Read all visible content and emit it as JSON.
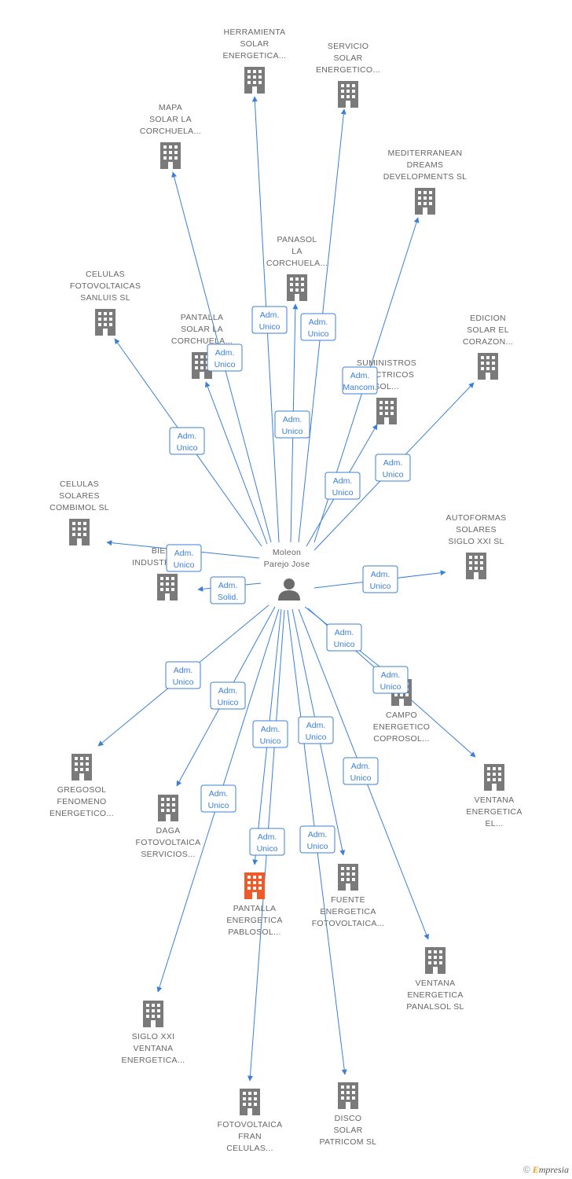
{
  "center": {
    "label": [
      "Moleon",
      "Parejo Jose"
    ],
    "icon": "person-icon"
  },
  "colors": {
    "edge": "#3b7fd6",
    "building": "#7a7a7a",
    "highlight": "#f05a28",
    "label": "#666666"
  },
  "nodes": [
    {
      "id": "herramienta",
      "label": [
        "HERRAMIENTA",
        "SOLAR",
        "ENERGETICA..."
      ],
      "icon": "building-icon",
      "highlight": false
    },
    {
      "id": "servicio",
      "label": [
        "SERVICIO",
        "SOLAR",
        "ENERGETICO..."
      ],
      "icon": "building-icon",
      "highlight": false
    },
    {
      "id": "mapa",
      "label": [
        "MAPA",
        "SOLAR LA",
        "CORCHUELA..."
      ],
      "icon": "building-icon",
      "highlight": false
    },
    {
      "id": "mediterranean",
      "label": [
        "MEDITERRANEAN",
        "DREAMS",
        "DEVELOPMENTS SL"
      ],
      "icon": "building-icon",
      "highlight": false
    },
    {
      "id": "panasol",
      "label": [
        "PANASOL",
        "LA",
        "CORCHUELA..."
      ],
      "icon": "building-icon",
      "highlight": false
    },
    {
      "id": "celulas_sanluis",
      "label": [
        "CELULAS",
        "FOTOVOLTAICAS",
        "SANLUIS SL"
      ],
      "icon": "building-icon",
      "highlight": false
    },
    {
      "id": "pantalla_solar",
      "label": [
        "PANTALLA",
        "SOLAR LA",
        "CORCHUELA..."
      ],
      "icon": "building-icon",
      "highlight": false
    },
    {
      "id": "edicion",
      "label": [
        "EDICION",
        "SOLAR EL",
        "CORAZON..."
      ],
      "icon": "building-icon",
      "highlight": false
    },
    {
      "id": "suministros",
      "label": [
        "SUMINISTROS",
        "ELECTRICOS",
        "SOL..."
      ],
      "icon": "building-icon",
      "highlight": false
    },
    {
      "id": "celulas_combimol",
      "label": [
        "CELULAS",
        "SOLARES",
        "COMBIMOL SL"
      ],
      "icon": "building-icon",
      "highlight": false
    },
    {
      "id": "autoformas",
      "label": [
        "AUTOFORMAS",
        "SOLARES",
        "SIGLO XXI SL"
      ],
      "icon": "building-icon",
      "highlight": false
    },
    {
      "id": "bienes",
      "label": [
        "BIENES",
        "INDUSTRIALES..."
      ],
      "icon": "building-icon",
      "highlight": false
    },
    {
      "id": "campo",
      "label": [
        "CAMPO",
        "ENERGETICO",
        "COPROSOL..."
      ],
      "icon": "building-icon",
      "highlight": false
    },
    {
      "id": "gregosol",
      "label": [
        "GREGOSOL",
        "FENOMENO",
        "ENERGETICO..."
      ],
      "icon": "building-icon",
      "highlight": false
    },
    {
      "id": "ventana_el",
      "label": [
        "VENTANA",
        "ENERGETICA",
        "EL..."
      ],
      "icon": "building-icon",
      "highlight": false
    },
    {
      "id": "daga",
      "label": [
        "DAGA",
        "FOTOVOLTAICA",
        "SERVICIOS..."
      ],
      "icon": "building-icon",
      "highlight": false
    },
    {
      "id": "pantalla_energetica",
      "label": [
        "PANTALLA",
        "ENERGETICA",
        "PABLOSOL..."
      ],
      "icon": "building-icon",
      "highlight": true
    },
    {
      "id": "fuente",
      "label": [
        "FUENTE",
        "ENERGETICA",
        "FOTOVOLTAICA..."
      ],
      "icon": "building-icon",
      "highlight": false
    },
    {
      "id": "ventana_panalsol",
      "label": [
        "VENTANA",
        "ENERGETICA",
        "PANALSOL SL"
      ],
      "icon": "building-icon",
      "highlight": false
    },
    {
      "id": "siglo",
      "label": [
        "SIGLO XXI",
        "VENTANA",
        "ENERGETICA..."
      ],
      "icon": "building-icon",
      "highlight": false
    },
    {
      "id": "fotovoltaica_fran",
      "label": [
        "FOTOVOLTAICA",
        "FRAN",
        "CELULAS..."
      ],
      "icon": "building-icon",
      "highlight": false
    },
    {
      "id": "disco",
      "label": [
        "DISCO",
        "SOLAR",
        "PATRICOM SL"
      ],
      "icon": "building-icon",
      "highlight": false
    }
  ],
  "edges": [
    {
      "to": "herramienta",
      "role": [
        "Adm.",
        "Unico"
      ]
    },
    {
      "to": "servicio",
      "role": [
        "Adm.",
        "Unico"
      ]
    },
    {
      "to": "mapa",
      "role": [
        "Adm.",
        "Unico"
      ]
    },
    {
      "to": "mediterranean",
      "role": [
        "Adm.",
        "Mancom."
      ]
    },
    {
      "to": "panasol",
      "role": [
        "Adm.",
        "Unico"
      ]
    },
    {
      "to": "celulas_sanluis",
      "role": [
        "Adm.",
        "Unico"
      ]
    },
    {
      "to": "pantalla_solar",
      "role": [
        "Adm.",
        "Unico"
      ]
    },
    {
      "to": "edicion",
      "role": [
        "Adm.",
        "Unico"
      ]
    },
    {
      "to": "suministros",
      "role": [
        "Adm.",
        "Unico"
      ]
    },
    {
      "to": "celulas_combimol",
      "role": [
        "Adm.",
        "Unico"
      ]
    },
    {
      "to": "autoformas",
      "role": [
        "Adm.",
        "Unico"
      ]
    },
    {
      "to": "bienes",
      "role": [
        "Adm.",
        "Solid."
      ]
    },
    {
      "to": "campo",
      "role": [
        "Adm.",
        "Unico"
      ]
    },
    {
      "to": "gregosol",
      "role": [
        "Adm.",
        "Unico"
      ]
    },
    {
      "to": "ventana_el",
      "role": [
        "Adm.",
        "Unico"
      ]
    },
    {
      "to": "daga",
      "role": [
        "Adm.",
        "Unico"
      ]
    },
    {
      "to": "pantalla_energetica",
      "role": [
        "Adm.",
        "Unico"
      ]
    },
    {
      "to": "fuente",
      "role": [
        "Adm.",
        "Unico"
      ]
    },
    {
      "to": "ventana_panalsol",
      "role": [
        "Adm.",
        "Unico"
      ]
    },
    {
      "to": "siglo",
      "role": [
        "Adm.",
        "Unico"
      ]
    },
    {
      "to": "fotovoltaica_fran",
      "role": [
        "Adm.",
        "Unico"
      ]
    },
    {
      "to": "disco",
      "role": [
        "Adm.",
        "Unico"
      ]
    }
  ],
  "footer": {
    "copyright": "©",
    "brand_initial": "E",
    "brand_rest": "mpresia"
  }
}
